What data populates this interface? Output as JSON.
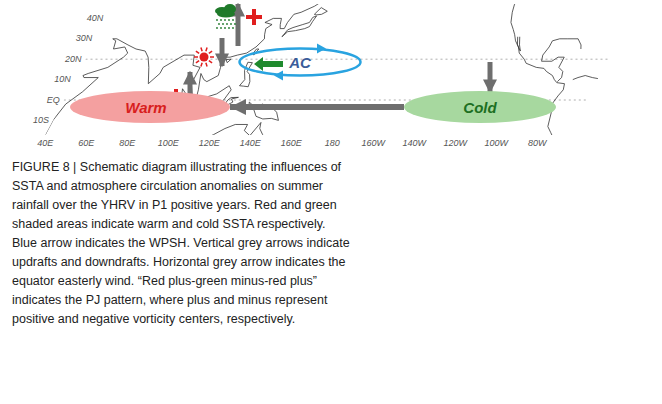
{
  "diagram": {
    "caption": "FIGURE 8 | Schematic diagram illustrating the influences of SSTA and atmosphere circulation anomalies on summer rainfall over the YHRV in P1 positive years. Red and green shaded areas indicate warm and cold SSTA respectively. Blue arrow indicates the WPSH. Vertical grey arrows indicate updrafts and downdrafts. Horizontal grey arrow indicates the equator easterly wind. “Red plus-green minus-red plus” indicates the PJ pattern, where plus and minus represent positive and negative vorticity centers, respectively.",
    "nodes": [
      {
        "text": [
          "AC"
        ]
      },
      {
        "text": [
          "Warm"
        ]
      },
      {
        "text": [
          "Cold"
        ]
      }
    ],
    "edges": [
      {
        "from": 2,
        "to": 1,
        "arrow": "to"
      }
    ],
    "labels": [
      "40N",
      "30N",
      "20N",
      "10N",
      "EQ",
      "10S",
      "40E",
      "60E",
      "80E",
      "100E",
      "120E",
      "140E",
      "160E",
      "180",
      "160W",
      "140W",
      "120W",
      "100W",
      "80W"
    ]
  }
}
